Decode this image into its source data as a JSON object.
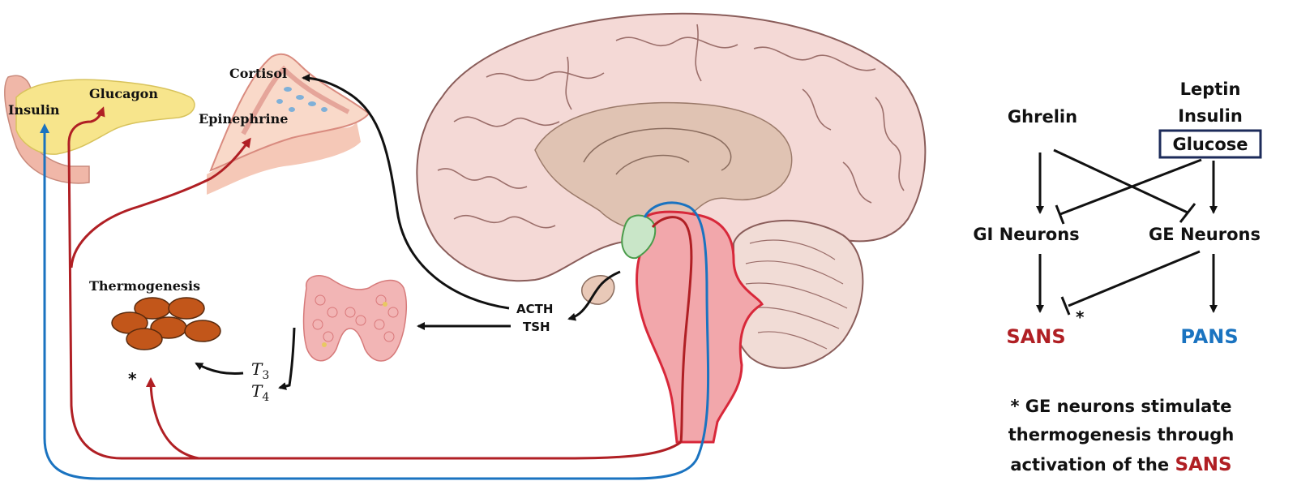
{
  "colors": {
    "sans_red": "#b01f24",
    "pans_blue": "#1a73c0",
    "arrow_black": "#111111",
    "box_navy": "#1c2b5a",
    "brain_fill": "#f4d9d6",
    "brainstem_fill": "#f2a7ab",
    "pancreas_fill": "#f7e58c",
    "fat_fill": "#c2561a"
  },
  "organs": {
    "pancreas": {
      "insulin": "Insulin",
      "glucagon": "Glucagon"
    },
    "adrenal": {
      "cortisol": "Cortisol",
      "epinephrine": "Epinephrine"
    },
    "thermogenesis": "Thermogenesis",
    "thermogenesis_star": "*",
    "pituitary": {
      "acth": "ACTH",
      "tsh": "TSH"
    },
    "thyroid_hormones": {
      "t3_base": "T",
      "t3_sub": "3",
      "t4_base": "T",
      "t4_sub": "4"
    }
  },
  "schema": {
    "ghrelin": "Ghrelin",
    "leptin": "Leptin",
    "insulin": "Insulin",
    "glucose": "Glucose",
    "gi_neurons": "GI Neurons",
    "ge_neurons": "GE Neurons",
    "sans": "SANS",
    "pans": "PANS",
    "star": "*"
  },
  "footnote": {
    "line1": "* GE neurons stimulate",
    "line2": "thermogenesis through",
    "line3_prefix": "activation of the",
    "line3_sans": "SANS"
  }
}
